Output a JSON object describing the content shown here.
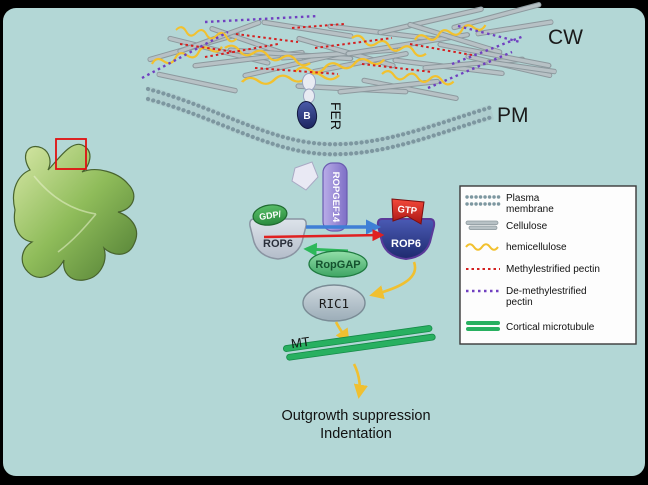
{
  "labels": {
    "cw": "CW",
    "pm": "PM",
    "fer": "FER",
    "fer_domain": "B",
    "ropgef": "ROPGEF14",
    "gdp": "GDP/",
    "rop6_inactive": "ROP6",
    "gtp": "GTP",
    "rop6_active": "ROP6",
    "ropgap": "RopGAP",
    "ric1": "RIC1",
    "mt": "MT",
    "outcome_line1": "Outgrowth suppression",
    "outcome_line2": "Indentation"
  },
  "legend": {
    "items": [
      {
        "name": "plasma-membrane",
        "line1": "Plasma",
        "line2": "membrane"
      },
      {
        "name": "cellulose",
        "line1": "Cellulose"
      },
      {
        "name": "hemicellulose",
        "line1": "hemicellulose"
      },
      {
        "name": "methylesterified-pectin",
        "line1": "Methylestrified pectin"
      },
      {
        "name": "de-methylesterified-pectin",
        "line1": "De-methylestrified",
        "line2": "pectin"
      },
      {
        "name": "cortical-microtubule",
        "line1": "Cortical microtubule"
      }
    ]
  },
  "colors": {
    "background": "#b3d7d6",
    "frame": "#000000",
    "cellulose": "#bcc5c9",
    "hemicellulose": "#f2c12e",
    "methylesterified_pectin": "#d42020",
    "de_methylesterified_pectin": "#7040c0",
    "microtubule": "#2ab565",
    "gdp_oval": "#3a9a4a",
    "gtp_flag": "#d42020",
    "rop6_active_fill": "#2a3690",
    "ropgef_fill": "#9487d2",
    "pavement_cell": "#7fae4f",
    "roi_box": "#e01010"
  }
}
